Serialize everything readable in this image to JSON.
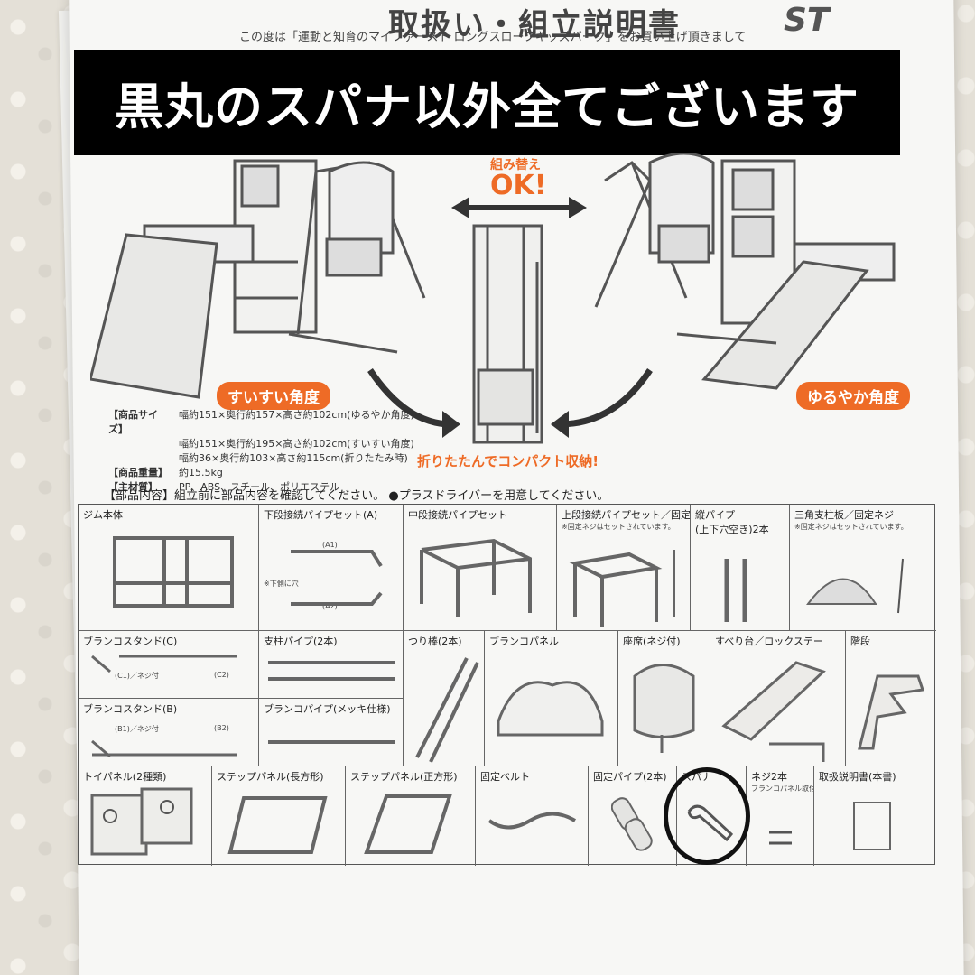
{
  "banner": {
    "text": "黒丸のスパナ以外全てございます"
  },
  "document": {
    "title": "取扱い・組立説明書",
    "brand": "ST",
    "intro": "この度は「運動と知育のマイファースト ロングスロープキッズパーク」をお買い上げ頂きまして"
  },
  "illustration": {
    "swap_small": "組み替え",
    "swap_ok": "OK!",
    "left_tag": "すいすい角度",
    "right_tag": "ゆるやか角度",
    "fold_caption": "折りたたんでコンパクト収納!"
  },
  "specs": [
    {
      "key": "【商品サイズ】",
      "value": "幅約151×奥行約157×高さ約102cm(ゆるやか角度)"
    },
    {
      "key": "",
      "value": "幅約151×奥行約195×高さ約102cm(すいすい角度)"
    },
    {
      "key": "",
      "value": "幅約36×奥行約103×高さ約115cm(折りたたみ時)"
    },
    {
      "key": "【商品重量】",
      "value": "約15.5kg"
    },
    {
      "key": "【主材質】",
      "value": "PP、ABS、スチール、ポリエステル"
    }
  ],
  "parts_header": "【部品内容】組立前に部品内容を確認してください。 ●プラスドライバーを用意してください。",
  "parts": {
    "gym_body": "ジム本体",
    "lower_pipe": "下段接続パイプセット(A)",
    "lower_pipe_a1": "(A1)",
    "lower_pipe_a2": "(A2)",
    "lower_pipe_note": "※下側に穴",
    "mid_pipe": "中段接続パイプセット",
    "upper_pipe": "上段接続パイプセット／固定ネジ",
    "upper_pipe_note": "※固定ネジはセットされています。",
    "vertical_pipe": "縦パイプ",
    "vertical_pipe_sub": "(上下穴空き)2本",
    "triangle": "三角支柱板／固定ネジ",
    "triangle_note": "※固定ネジはセットされています。",
    "swing_stand_c": "ブランコスタンド(C)",
    "swing_stand_c1": "(C1)／ネジ付",
    "swing_stand_c2": "(C2)",
    "support_pipe": "支柱パイプ(2本)",
    "hang_bar": "つり棒(2本)",
    "swing_panel": "ブランコパネル",
    "seat": "座席(ネジ付)",
    "slide": "すべり台／ロックステー",
    "steps": "階段",
    "swing_stand_b": "ブランコスタンド(B)",
    "swing_stand_b1": "(B1)／ネジ付",
    "swing_stand_b2": "(B2)",
    "swing_pipe": "ブランコパイプ(メッキ仕様)",
    "toy_panel": "トイパネル(2種類)",
    "step_rect": "ステップパネル(長方形)",
    "step_square": "ステップパネル(正方形)",
    "belt": "固定ベルト",
    "fix_pipe": "固定パイプ(2本)",
    "spanner": "スパナ",
    "screw": "ネジ2本",
    "screw_sub": "ブランコパネル取付用",
    "manual": "取扱説明書(本書)"
  },
  "colors": {
    "accent": "#ee6b26",
    "banner": "#000000",
    "line": "#555555"
  }
}
